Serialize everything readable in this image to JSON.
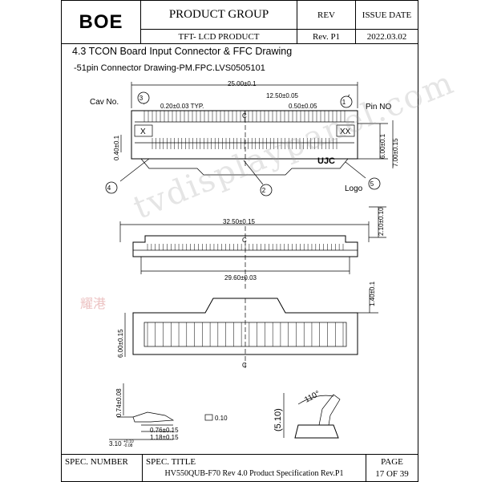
{
  "header": {
    "logo": "BOE",
    "product_group": "PRODUCT GROUP",
    "rev_label": "REV",
    "issue_label": "ISSUE DATE",
    "product": "TFT- LCD PRODUCT",
    "rev_value": "Rev. P1",
    "issue_value": "2022.03.02"
  },
  "section_title": "4.3  TCON Board Input Connector & FFC Drawing",
  "subtitle": "-51pin Connector Drawing-PM.FPC.LVS0505101",
  "drawing": {
    "dim_25": "25.00±0.1",
    "dim_1250": "12.50±0.05",
    "dim_020": "0.20±0.03 TYP.",
    "dim_050": "0.50±0.05",
    "cav_no": "Cav No.",
    "pin_no": "Pin NO",
    "x_mark": "X",
    "xx_mark": "XX",
    "dim_040": "0.40±0.1",
    "dim_600a": "6.00±0.1",
    "dim_700": "7.00±0.15",
    "ujc": "UJC",
    "logo_label": "Logo",
    "callout_1": "1",
    "callout_2": "2",
    "callout_3": "3",
    "callout_4": "4",
    "callout_5": "5",
    "cl": "C",
    "dim_3250": "32.50±0.15",
    "dim_210": "2.10±0.10",
    "dim_2960": "29.60±0.03",
    "dim_140": "1.40±0.1",
    "dim_600b": "6.00±0.15",
    "dim_074": "0.74±0.08",
    "flat": "0.10",
    "dim_076": "0.76±0.15",
    "dim_118": "1.18±0.15",
    "dim_310": "3.10",
    "dim_310_tol_up": "+0.10",
    "dim_310_tol_dn": "-0.08",
    "angle": "110°",
    "dim_510": "(5.10)"
  },
  "watermark": "tvdisplaypanel.com",
  "watermark_logo": "耀港",
  "footer": {
    "spec_number_label": "SPEC. NUMBER",
    "spec_title_label": "SPEC. TITLE",
    "spec_title": "HV550QUB-F70  Rev 4.0 Product Specification Rev.P1",
    "page_label": "PAGE",
    "page_value": "17   OF 39"
  }
}
